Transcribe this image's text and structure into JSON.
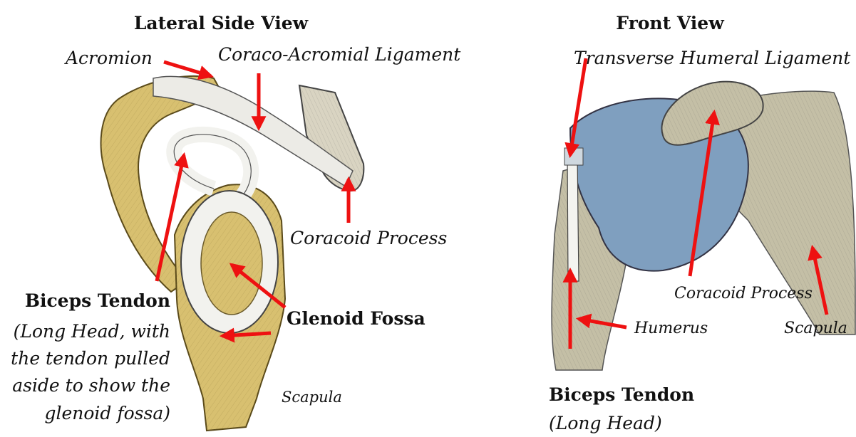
{
  "titles": {
    "lateral": "Lateral Side View",
    "front": "Front View"
  },
  "lateral": {
    "acromion": "Acromion",
    "coraco_acromial": "Coraco-Acromial Ligament",
    "coracoid": "Coracoid Process",
    "glenoid": "Glenoid Fossa",
    "biceps_title": "Biceps Tendon",
    "biceps_note": [
      "(Long Head, with",
      "the tendon pulled",
      "aside to show the",
      "glenoid fossa)"
    ],
    "scapula": "Scapula"
  },
  "front": {
    "transverse": "Transverse Humeral Ligament",
    "coracoid": "Coracoid Process",
    "humerus": "Humerus",
    "scapula": "Scapula",
    "biceps_title": "Biceps Tendon",
    "biceps_note": "(Long Head)"
  },
  "colors": {
    "arrow": "#ee1111",
    "bone": "#d8c070",
    "bone_dark": "#b29a3e",
    "cartilage": "#f2f2ee",
    "front_bone": "#c4bfa6",
    "capsule": "#7f9fbf"
  }
}
